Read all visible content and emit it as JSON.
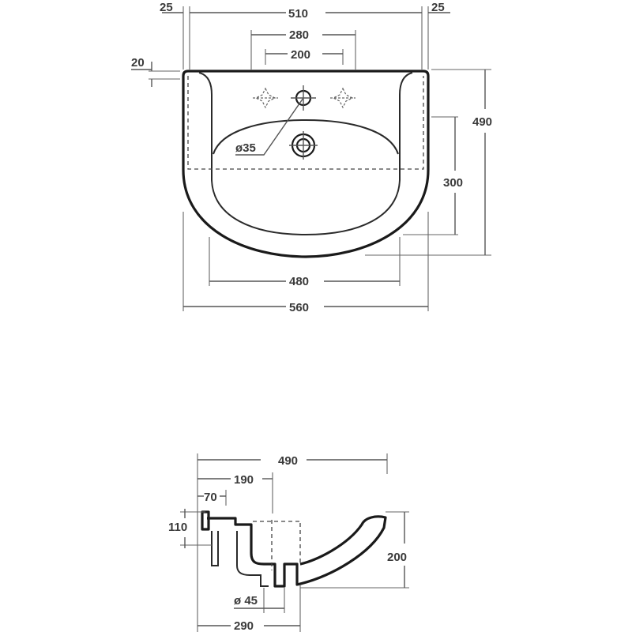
{
  "top_view": {
    "dims": {
      "edge_left": "25",
      "overall_width_top": "510",
      "edge_right": "25",
      "tap_spacing_outer": "280",
      "tap_spacing_inner": "200",
      "rim_thickness": "20",
      "overall_depth": "490",
      "bowl_depth": "300",
      "tap_hole_diameter": "ø35",
      "inner_width": "480",
      "overall_width": "560"
    }
  },
  "side_view": {
    "dims": {
      "depth": "490",
      "waste_offset": "190",
      "wall_offset": "70",
      "rim_height": "110",
      "height": "200",
      "waste_diameter": "ø 45",
      "waste_to_wall": "290"
    }
  }
}
